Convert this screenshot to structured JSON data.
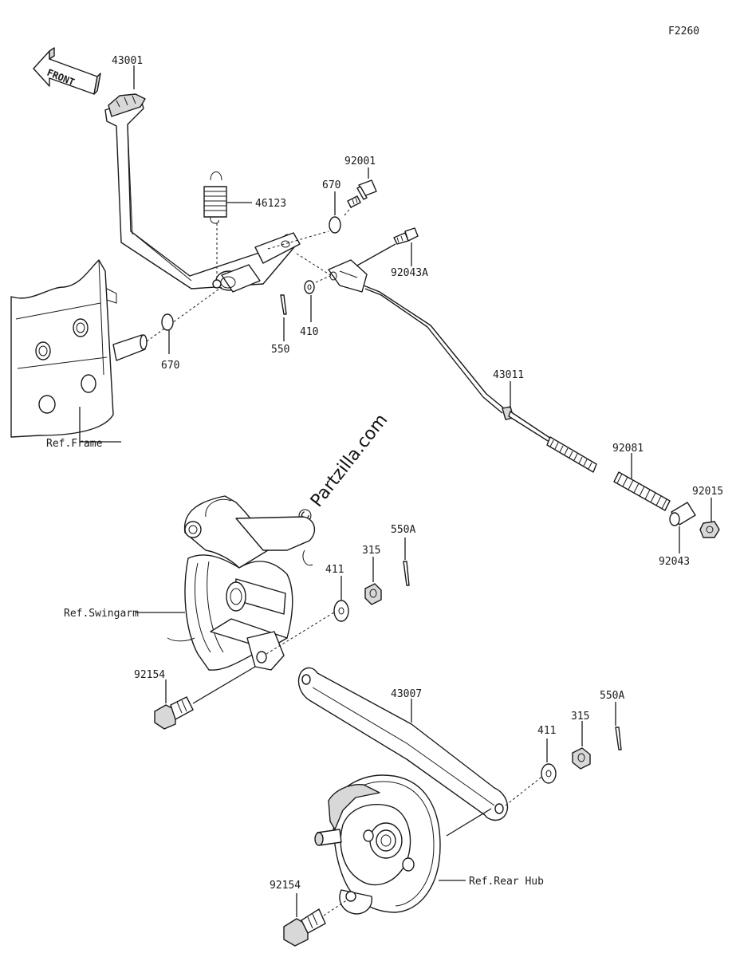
{
  "diagram_id": "F2260",
  "front_label": "FRONT",
  "watermark": "© Partzilla.com",
  "parts": {
    "brake_pedal": "43001",
    "spring": "46123",
    "oring_upper": "670",
    "oring_lower": "670",
    "cotter_pin": "550",
    "washer_410": "410",
    "bolt_92001": "92001",
    "bolt_92043a": "92043A",
    "brake_rod": "43011",
    "spring_92081": "92081",
    "nut_92015": "92015",
    "collar_92043": "92043",
    "washer_411_upper": "411",
    "nut_315_upper": "315",
    "cotter_550a_upper": "550A",
    "bolt_92154_upper": "92154",
    "torque_link": "43007",
    "washer_411_lower": "411",
    "nut_315_lower": "315",
    "cotter_550a_lower": "550A",
    "bolt_92154_lower": "92154"
  },
  "refs": {
    "frame": "Ref.Frame",
    "swingarm": "Ref.Swingarm",
    "rear_hub": "Ref.Rear Hub"
  }
}
